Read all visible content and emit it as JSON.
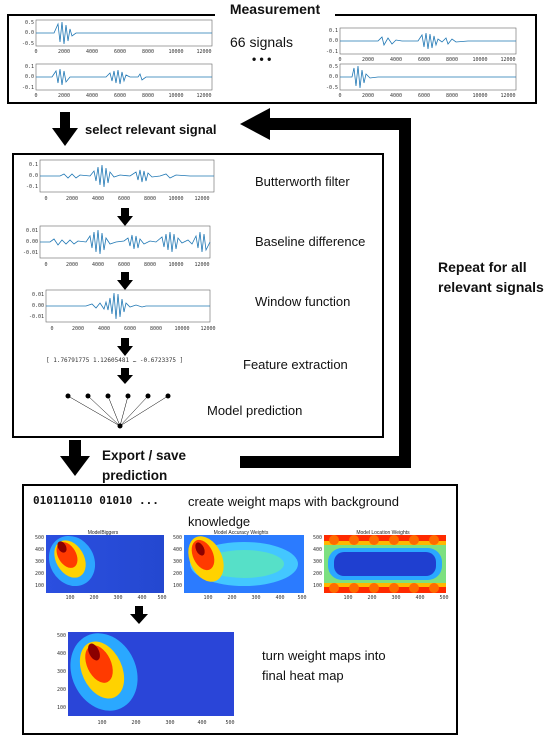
{
  "measurement": {
    "title": "Measurement",
    "signals_label": "66 signals",
    "dots": "• • •",
    "plots": [
      {
        "yticks": [
          "0.5",
          "0.0",
          "-0.5"
        ],
        "xticks": [
          "0",
          "2000",
          "4000",
          "6000",
          "8000",
          "10000",
          "12000"
        ]
      },
      {
        "yticks": [
          "0.1",
          "0.0",
          "-0.1"
        ],
        "xticks": [
          "0",
          "2000",
          "4000",
          "6000",
          "8000",
          "10000",
          "12000"
        ]
      },
      {
        "yticks": [
          "0.1",
          "0.0",
          "-0.1"
        ],
        "xticks": [
          "0",
          "2000",
          "4000",
          "6000",
          "8000",
          "10000",
          "12000"
        ]
      },
      {
        "yticks": [
          "0.5",
          "0.0",
          "-0.5"
        ],
        "xticks": [
          "0",
          "2000",
          "4000",
          "6000",
          "8000",
          "10000",
          "12000"
        ]
      }
    ]
  },
  "flow": {
    "select_label": "select relevant signal",
    "repeat_label": "Repeat for all relevant signals",
    "export_label": "Export / save prediction"
  },
  "pipeline": {
    "steps": [
      {
        "label": "Butterworth filter",
        "yticks": [
          "0.1",
          "0.0",
          "-0.1"
        ]
      },
      {
        "label": "Baseline difference",
        "yticks": [
          "0.01",
          "0.00",
          "-0.01"
        ]
      },
      {
        "label": "Window function",
        "yticks": [
          "0.01",
          "0.00",
          "-0.01"
        ]
      },
      {
        "label": "Feature extraction"
      },
      {
        "label": "Model prediction"
      }
    ],
    "xticks": [
      "0",
      "2000",
      "4000",
      "6000",
      "8000",
      "10000",
      "12000"
    ],
    "feature_vector": "[ 1.76791775   1.12605481   …   -0.6723375 ]"
  },
  "weights": {
    "binary": "010110110 01010 ...",
    "create_label": "create weight maps with background knowledge",
    "turn_label": "turn weight maps into final heat map",
    "maps": [
      {
        "title": "ModelBiggers"
      },
      {
        "title": "Model Accuracy Weights"
      },
      {
        "title": "Model Location Weights"
      }
    ],
    "yticks": [
      "500",
      "400",
      "300",
      "200",
      "100"
    ],
    "xticks": [
      "100",
      "200",
      "300",
      "400",
      "500"
    ]
  }
}
